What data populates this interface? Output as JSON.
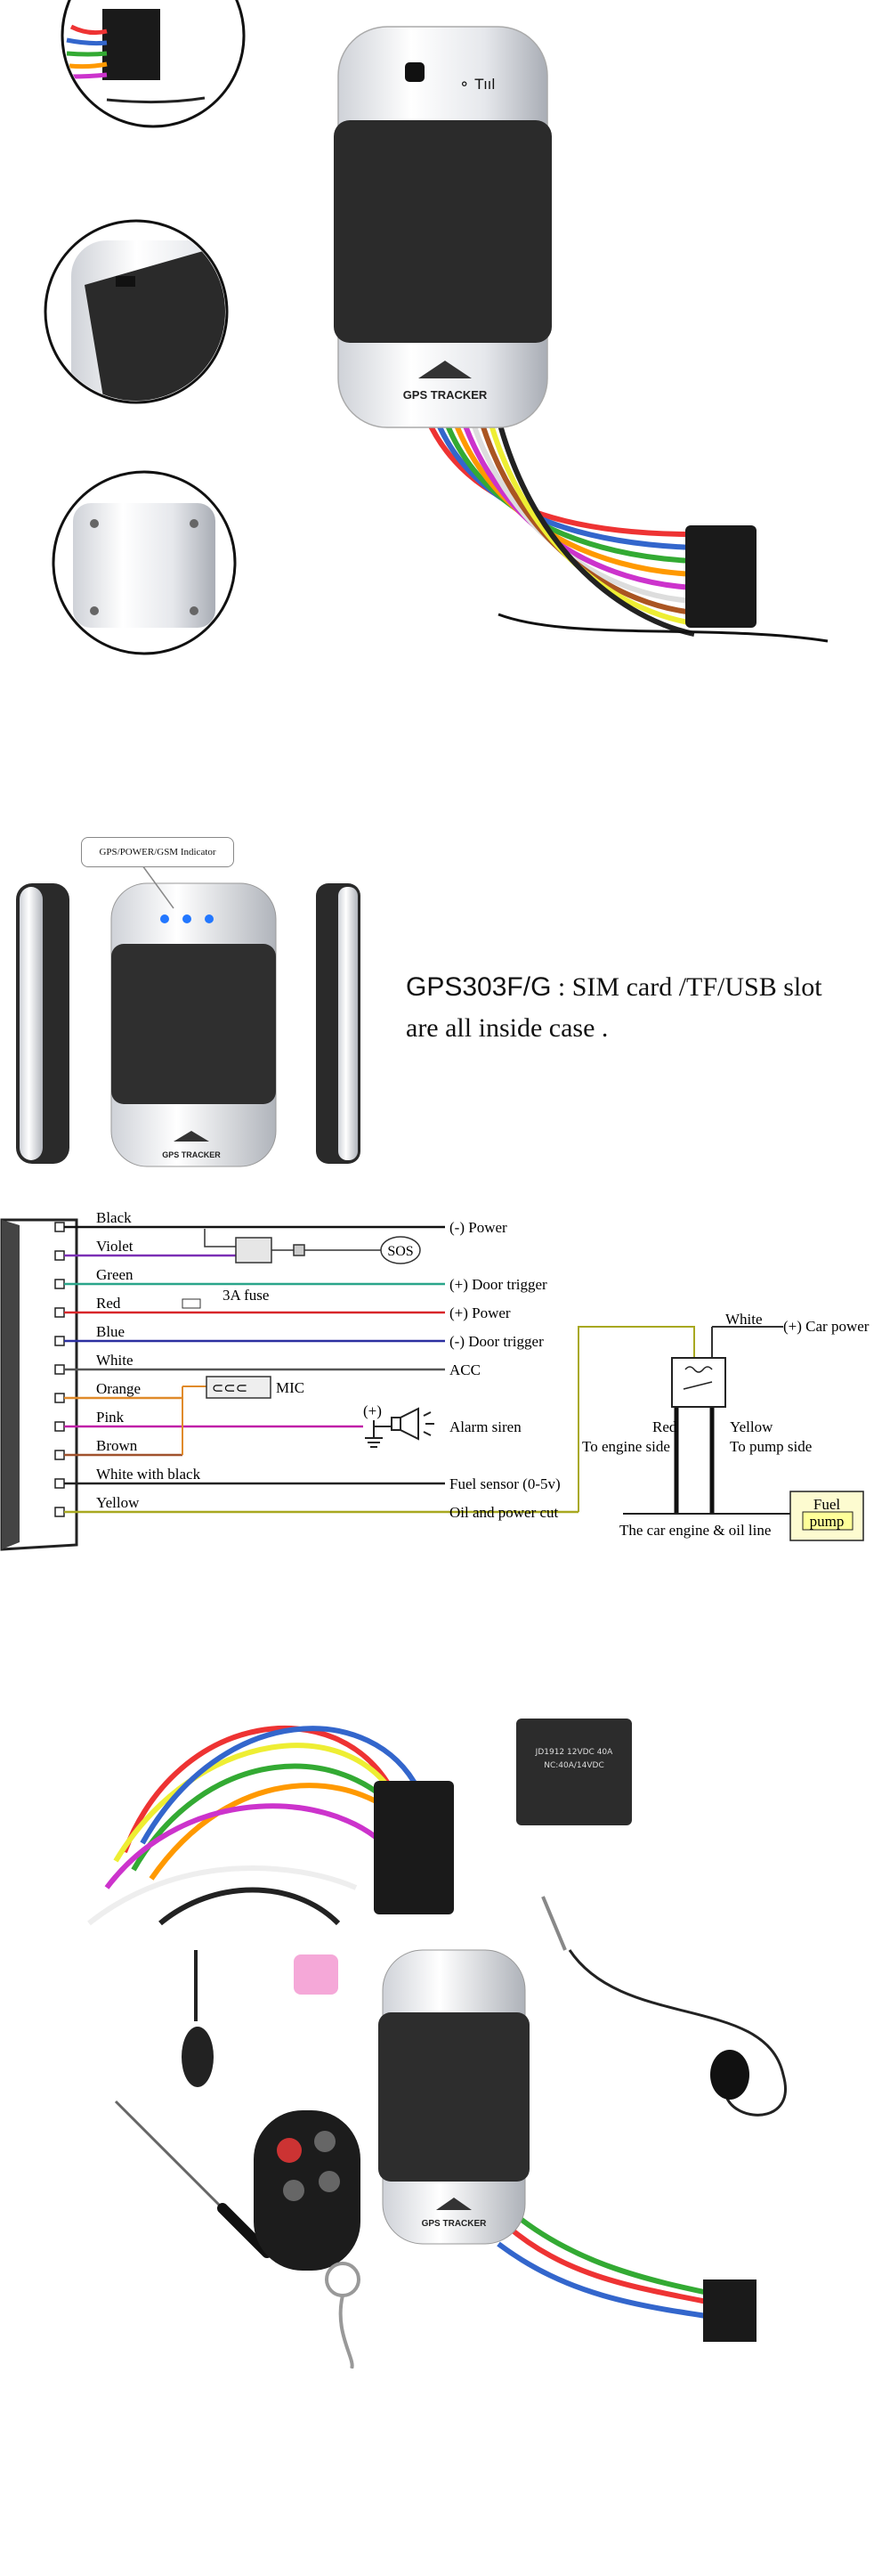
{
  "section1": {
    "brand_text": "GPS TRACKER"
  },
  "section2": {
    "callout": "GPS/POWER/GSM Indicator",
    "model": "GPS303F/G",
    "line1_rest": ": SIM card /TF/USB slot",
    "line2": "are all inside case .",
    "brand_text": "GPS TRACKER"
  },
  "wiring": {
    "wires": [
      {
        "name": "Black",
        "color": "#111111",
        "function": "(-) Power"
      },
      {
        "name": "Violet",
        "color": "#7b2fb5",
        "function": ""
      },
      {
        "name": "Green",
        "color": "#2aa58a",
        "function": "(+) Door trigger"
      },
      {
        "name": "Red",
        "color": "#d8262a",
        "function": "(+) Power"
      },
      {
        "name": "Blue",
        "color": "#2b2fa0",
        "function": "(-) Door trigger"
      },
      {
        "name": "White",
        "color": "#555555",
        "function": "ACC"
      },
      {
        "name": "Orange",
        "color": "#e08a2a",
        "function": ""
      },
      {
        "name": "Pink",
        "color": "#c020a8",
        "function": "Alarm siren"
      },
      {
        "name": "Brown",
        "color": "#a0522d",
        "function": ""
      },
      {
        "name": "White with black",
        "color": "#222222",
        "function": "Fuel sensor (0-5v)"
      },
      {
        "name": "Yellow",
        "color": "#a8a820",
        "function": "Oil and power cut"
      }
    ],
    "sos": "SOS",
    "fuse": "3A fuse",
    "mic": "MIC",
    "siren_plus": "(+)",
    "relay_white": "White",
    "car_power": "(+) Car power",
    "relay_red": "Red",
    "engine_side": "To engine side",
    "relay_yellow": "Yellow",
    "pump_side": "To pump side",
    "engine_line": "The car engine & oil line",
    "fuel_pump_1": "Fuel",
    "fuel_pump_2": "pump"
  },
  "section4": {
    "relay_label_1": "JD1912 12VDC 40A",
    "relay_label_2": "NC:40A/14VDC",
    "brand_text": "GPS TRACKER"
  }
}
